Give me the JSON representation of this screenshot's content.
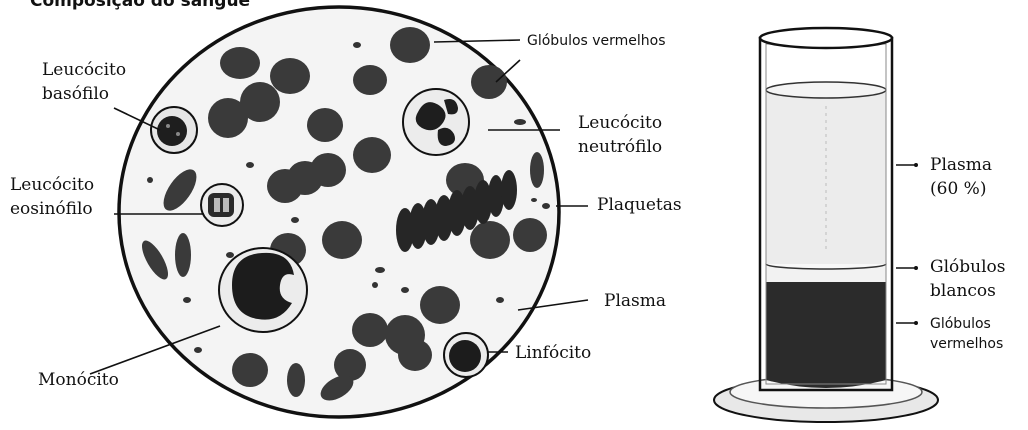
{
  "title": "Composição do sangue",
  "labels": {
    "globulos_vermelhos": "Glóbulos vermelhos",
    "leucocito_basofilo_1": "Leucócito",
    "leucocito_basofilo_2": "basófilo",
    "leucocito_neutrofilo_1": "Leucócito",
    "leucocito_neutrofilo_2": "neutrófilo",
    "leucocito_eosinofilo_1": "Leucócito",
    "leucocito_eosinofilo_2": "eosinófilo",
    "plaquetas": "Plaquetas",
    "plasma": "Plasma",
    "monocito": "Monócito",
    "linfocito": "Linfócito"
  },
  "tube_labels": {
    "plasma_1": "Plasma",
    "plasma_2": "(60 %)",
    "globulos_brancos_1": "Glóbulos",
    "globulos_brancos_2": "blancos",
    "globulos_vermelhos_1": "Glóbulos",
    "globulos_vermelhos_2": "vermelhos"
  },
  "colors": {
    "ink": "#111111",
    "red_cells": "#3a3a3a",
    "plasma_fill": "#eeeeee",
    "packed_cells": "#2b2b2b"
  }
}
